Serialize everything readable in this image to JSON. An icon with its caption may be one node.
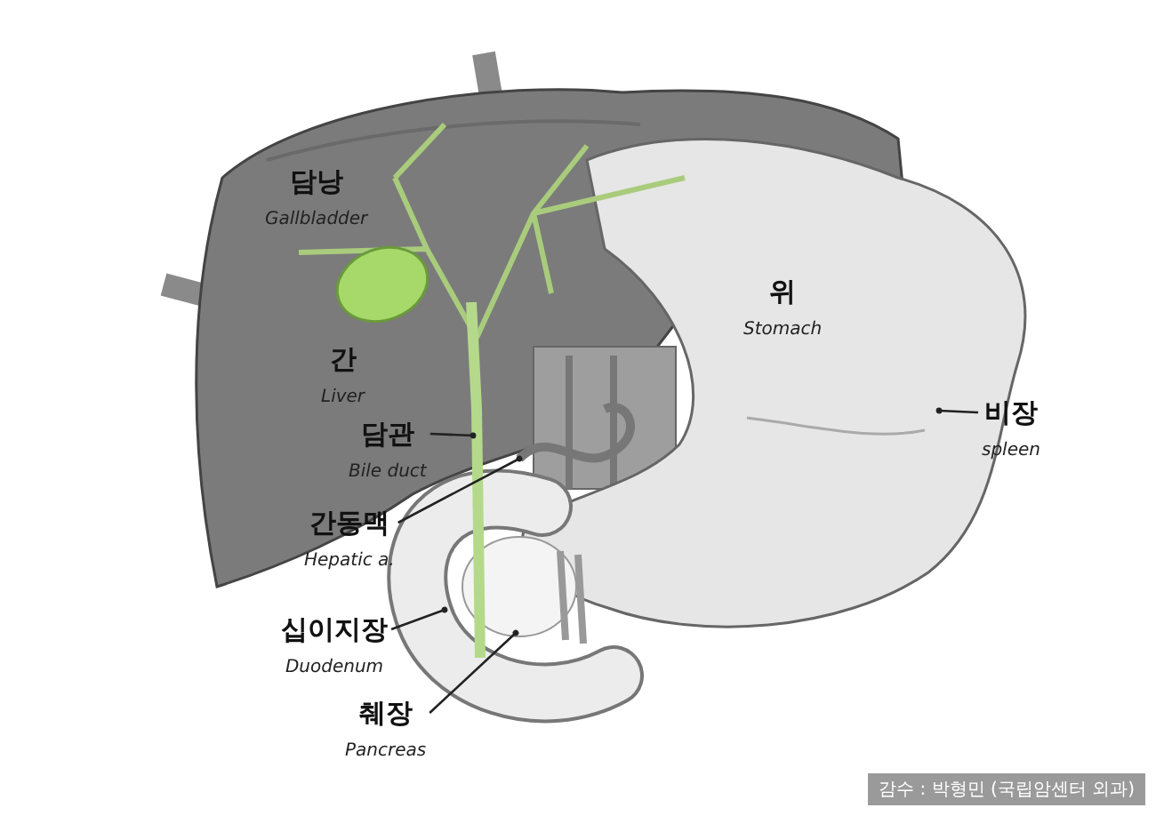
{
  "diagram": {
    "nodes": [
      {
        "text": [
          "담관",
          "Bile duct"
        ]
      },
      {
        "text": [
          "간동맥",
          "Hepatic a."
        ]
      },
      {
        "text": [
          "십이지장",
          "Duodenum"
        ]
      },
      {
        "text": [
          "췌장",
          "Pancreas"
        ]
      },
      {
        "text": [
          "비장",
          "spleen"
        ]
      }
    ],
    "edges": [
      {
        "from": 0,
        "to": null,
        "arrow": "other"
      },
      {
        "from": 1,
        "to": null,
        "arrow": "other"
      },
      {
        "from": 2,
        "to": null,
        "arrow": "other"
      },
      {
        "from": 3,
        "to": null,
        "arrow": "other"
      },
      {
        "from": 4,
        "to": null,
        "arrow": "other"
      }
    ],
    "labels": [
      "담낭",
      "Gallbladder",
      "간",
      "Liver",
      "위",
      "Stomach",
      "감수 : 박형민 (국립암센터 외과)"
    ]
  }
}
